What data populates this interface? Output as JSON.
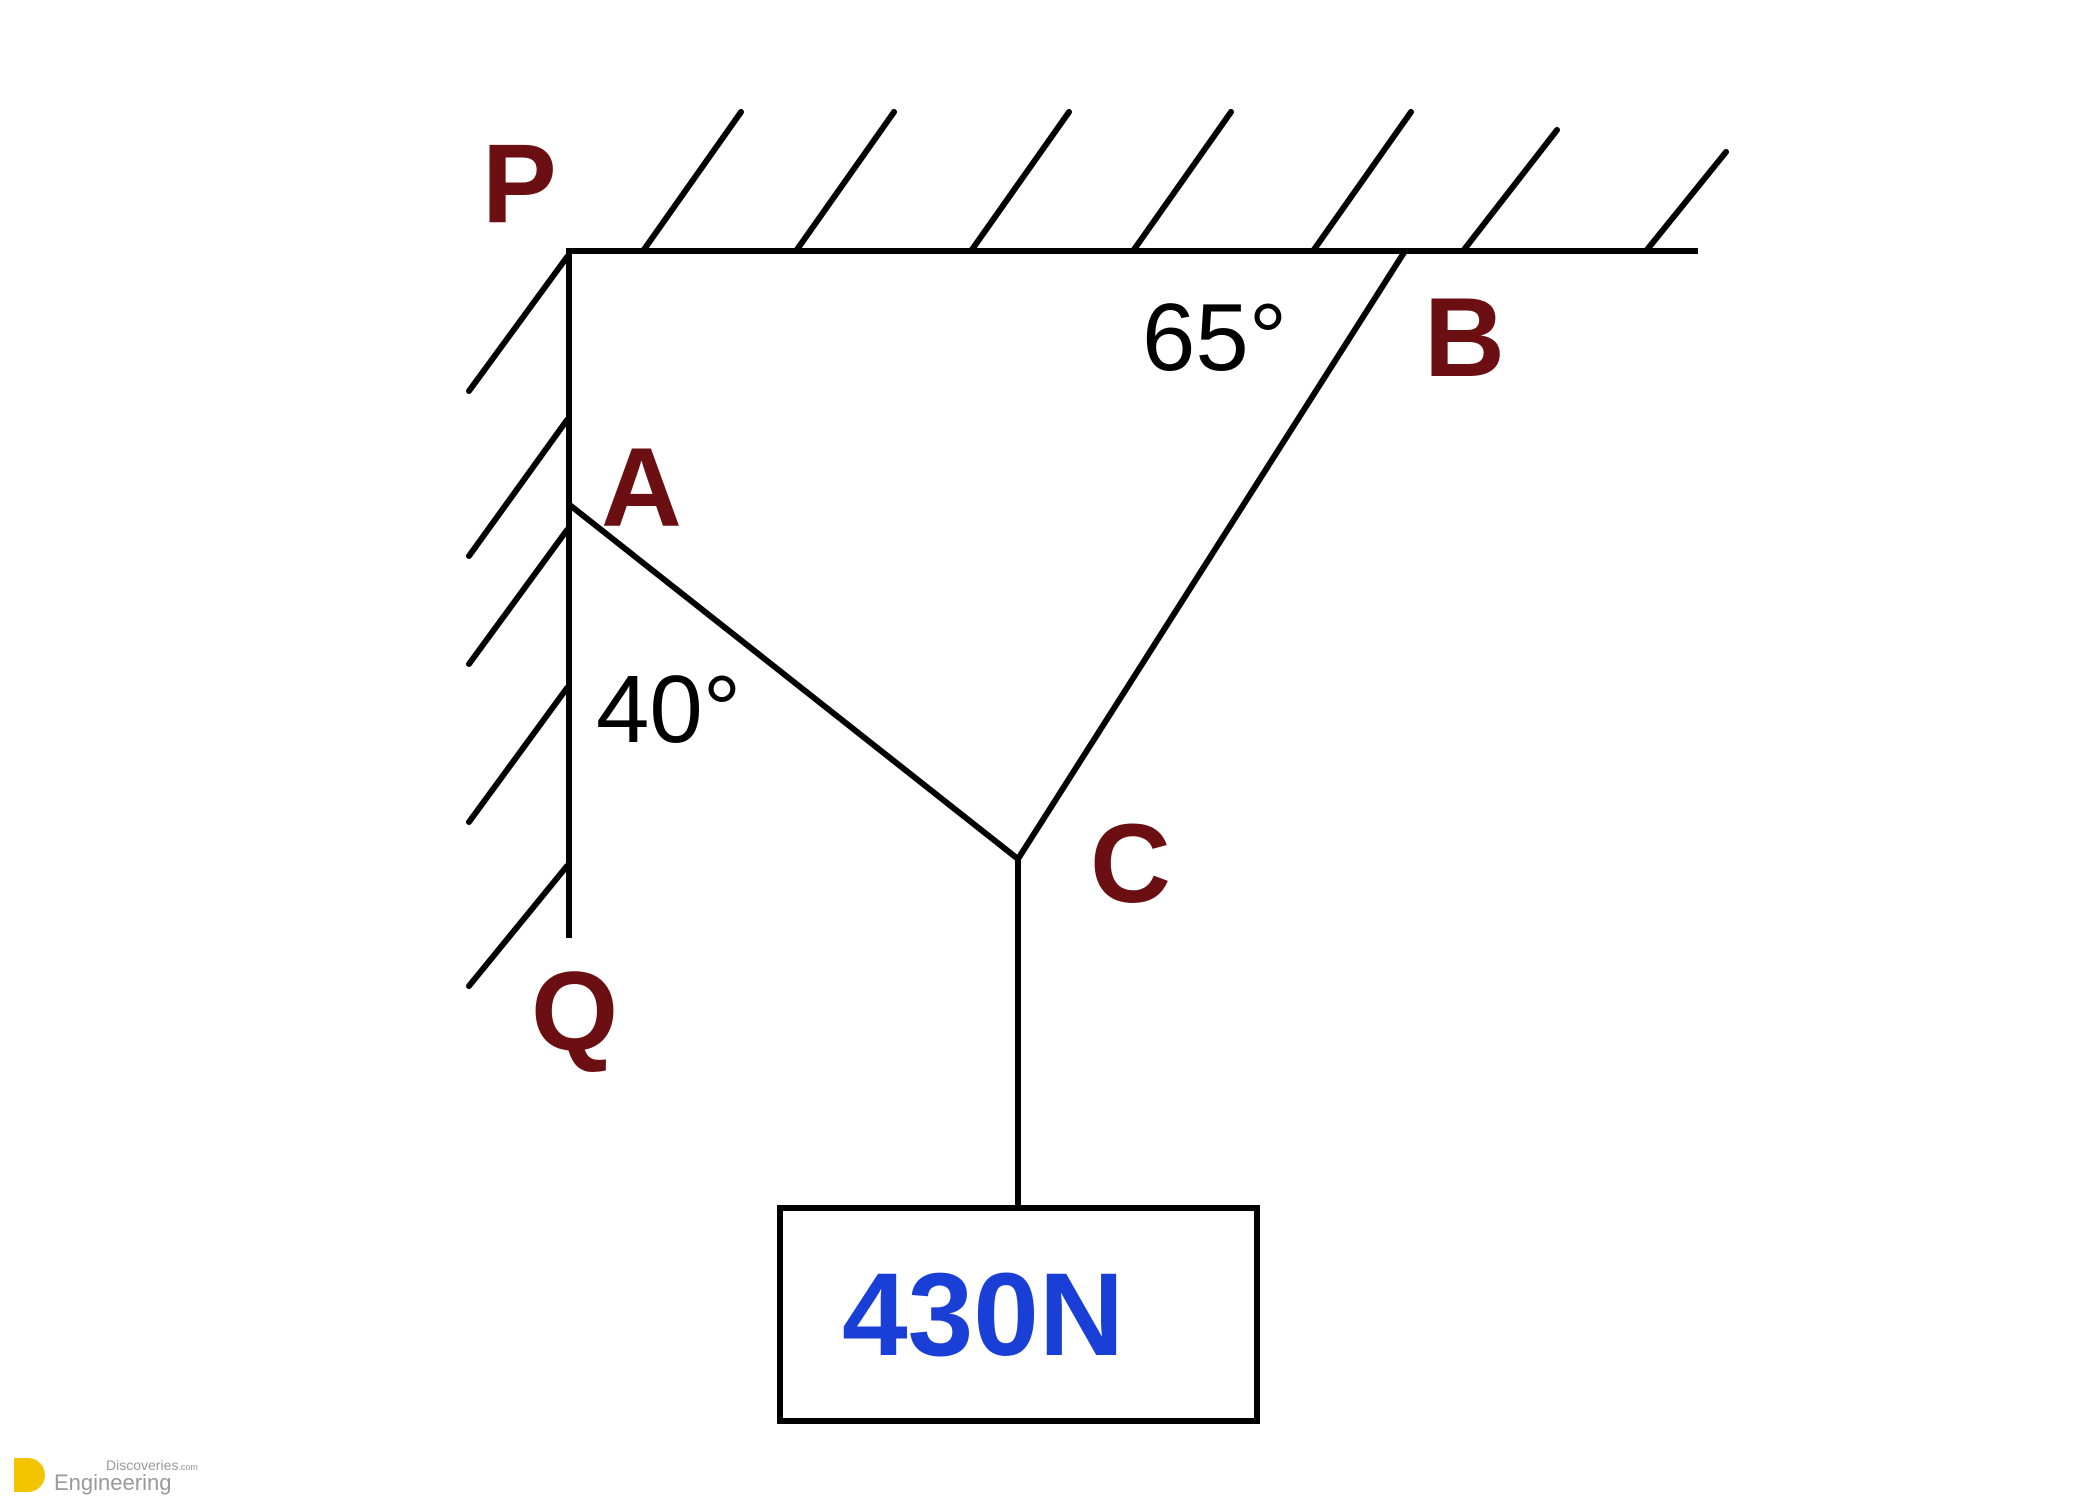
{
  "diagram": {
    "points": {
      "P": "P",
      "B": "B",
      "A": "A",
      "C": "C",
      "Q": "Q"
    },
    "angles": {
      "at_B": "65°",
      "at_A": "40°"
    },
    "load": "430N"
  },
  "watermark": {
    "line1": "Discoveries",
    "suffix": ".com",
    "line2": "Engineering"
  },
  "colors": {
    "point_labels": "#6b0f12",
    "load_text": "#1a3fd6",
    "lines": "#000000",
    "logo": "#f2c500"
  }
}
